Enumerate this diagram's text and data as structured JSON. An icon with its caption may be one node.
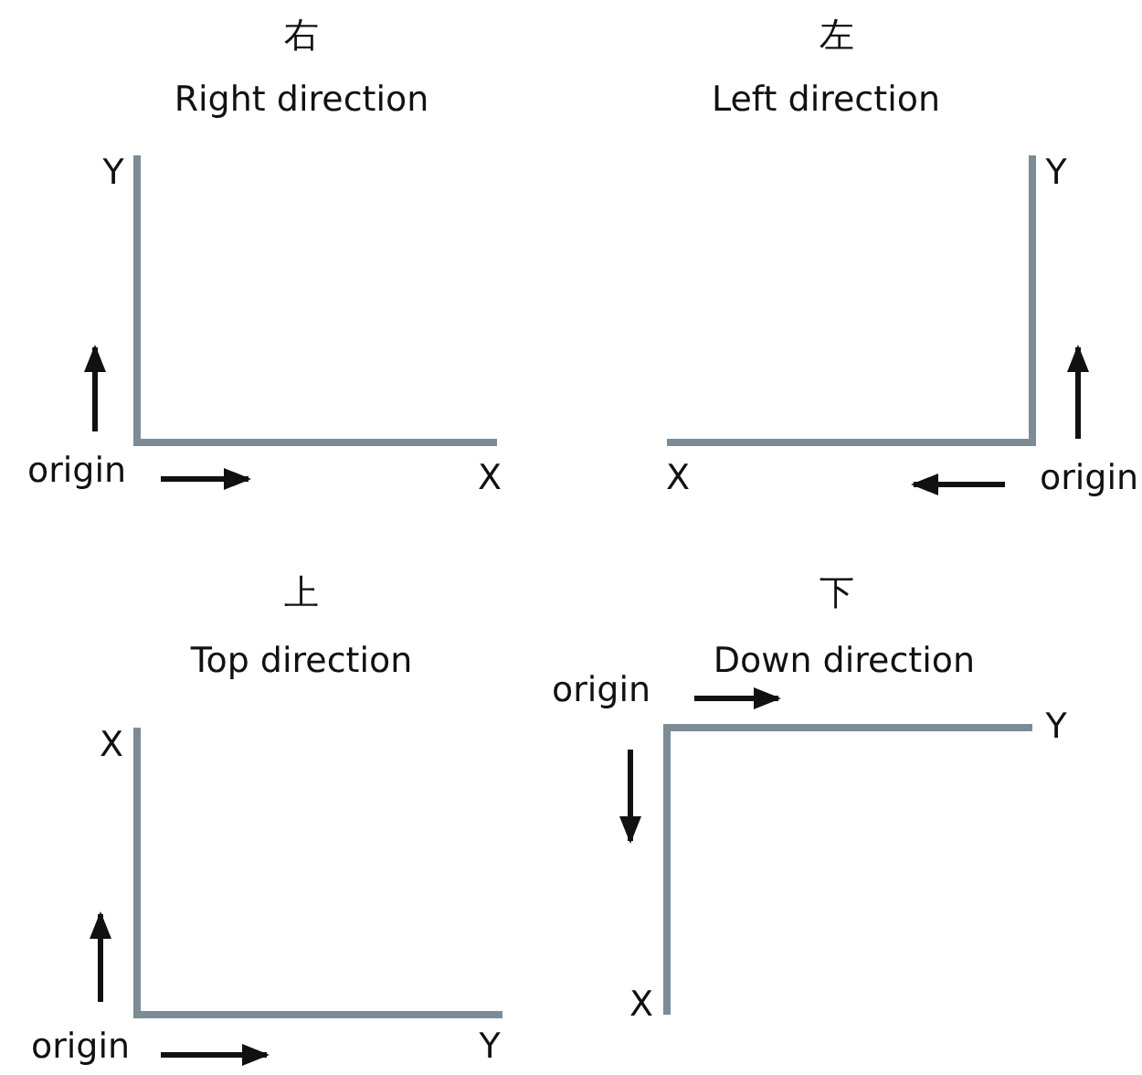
{
  "diagram": {
    "labels": [
      "右",
      "Right direction",
      "Y",
      "origin",
      "X",
      "左",
      "Left direction",
      "Y",
      "X",
      "origin",
      "上",
      "Top direction",
      "X",
      "origin",
      "Y",
      "下",
      "Down direction",
      "origin",
      "Y",
      "X"
    ]
  }
}
